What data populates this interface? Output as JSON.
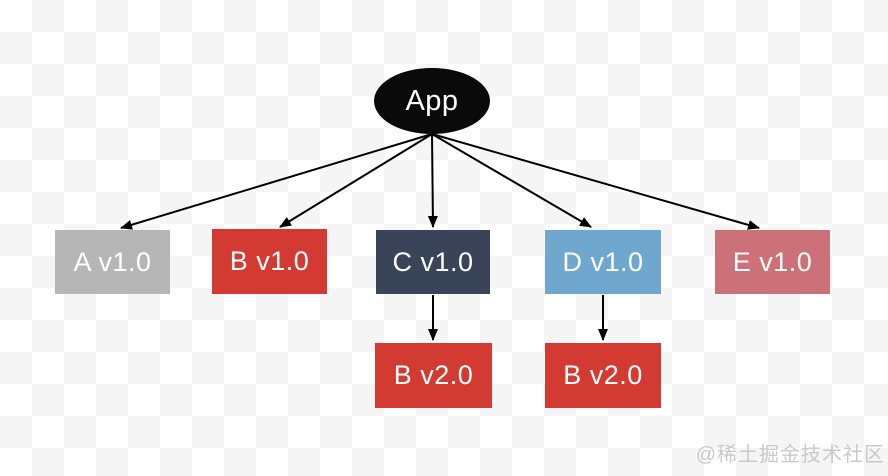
{
  "diagram": {
    "root": {
      "label": "App",
      "fill": "#0a0a0a",
      "text_color": "#ffffff"
    },
    "nodes": [
      {
        "id": "a",
        "label": "A v1.0",
        "fill": "#b6b6b6"
      },
      {
        "id": "b",
        "label": "B v1.0",
        "fill": "#d23a32"
      },
      {
        "id": "c",
        "label": "C v1.0",
        "fill": "#3a4458"
      },
      {
        "id": "d",
        "label": "D v1.0",
        "fill": "#6fa7cf"
      },
      {
        "id": "e",
        "label": "E v1.0",
        "fill": "#cd7179"
      },
      {
        "id": "b2_left",
        "label": "B v2.0",
        "fill": "#d23a32"
      },
      {
        "id": "b2_right",
        "label": "B v2.0",
        "fill": "#d23a32"
      }
    ],
    "edges": [
      {
        "from": "App",
        "to": "A v1.0"
      },
      {
        "from": "App",
        "to": "B v1.0"
      },
      {
        "from": "App",
        "to": "C v1.0"
      },
      {
        "from": "App",
        "to": "D v1.0"
      },
      {
        "from": "App",
        "to": "E v1.0"
      },
      {
        "from": "C v1.0",
        "to": "B v2.0"
      },
      {
        "from": "D v1.0",
        "to": "B v2.0"
      }
    ],
    "edge_color": "#000000",
    "node_text_color": "#ffffff"
  },
  "watermark": {
    "text": "@稀土掘金技术社区",
    "color": "#c9c9c9"
  }
}
